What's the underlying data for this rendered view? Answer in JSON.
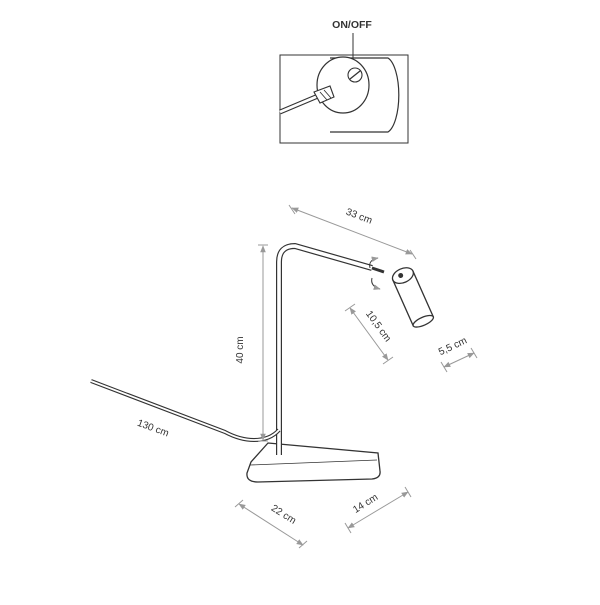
{
  "inset": {
    "switch_label": "ON/OFF"
  },
  "dimensions": {
    "arm_length": "33 cm",
    "height": "40 cm",
    "head_length": "10,5 cm",
    "head_diameter": "5,5 cm",
    "cable_length": "130 cm",
    "base_length": "22 cm",
    "base_width": "14 cm"
  },
  "colors": {
    "line": "#333333",
    "dimension": "#999999"
  }
}
